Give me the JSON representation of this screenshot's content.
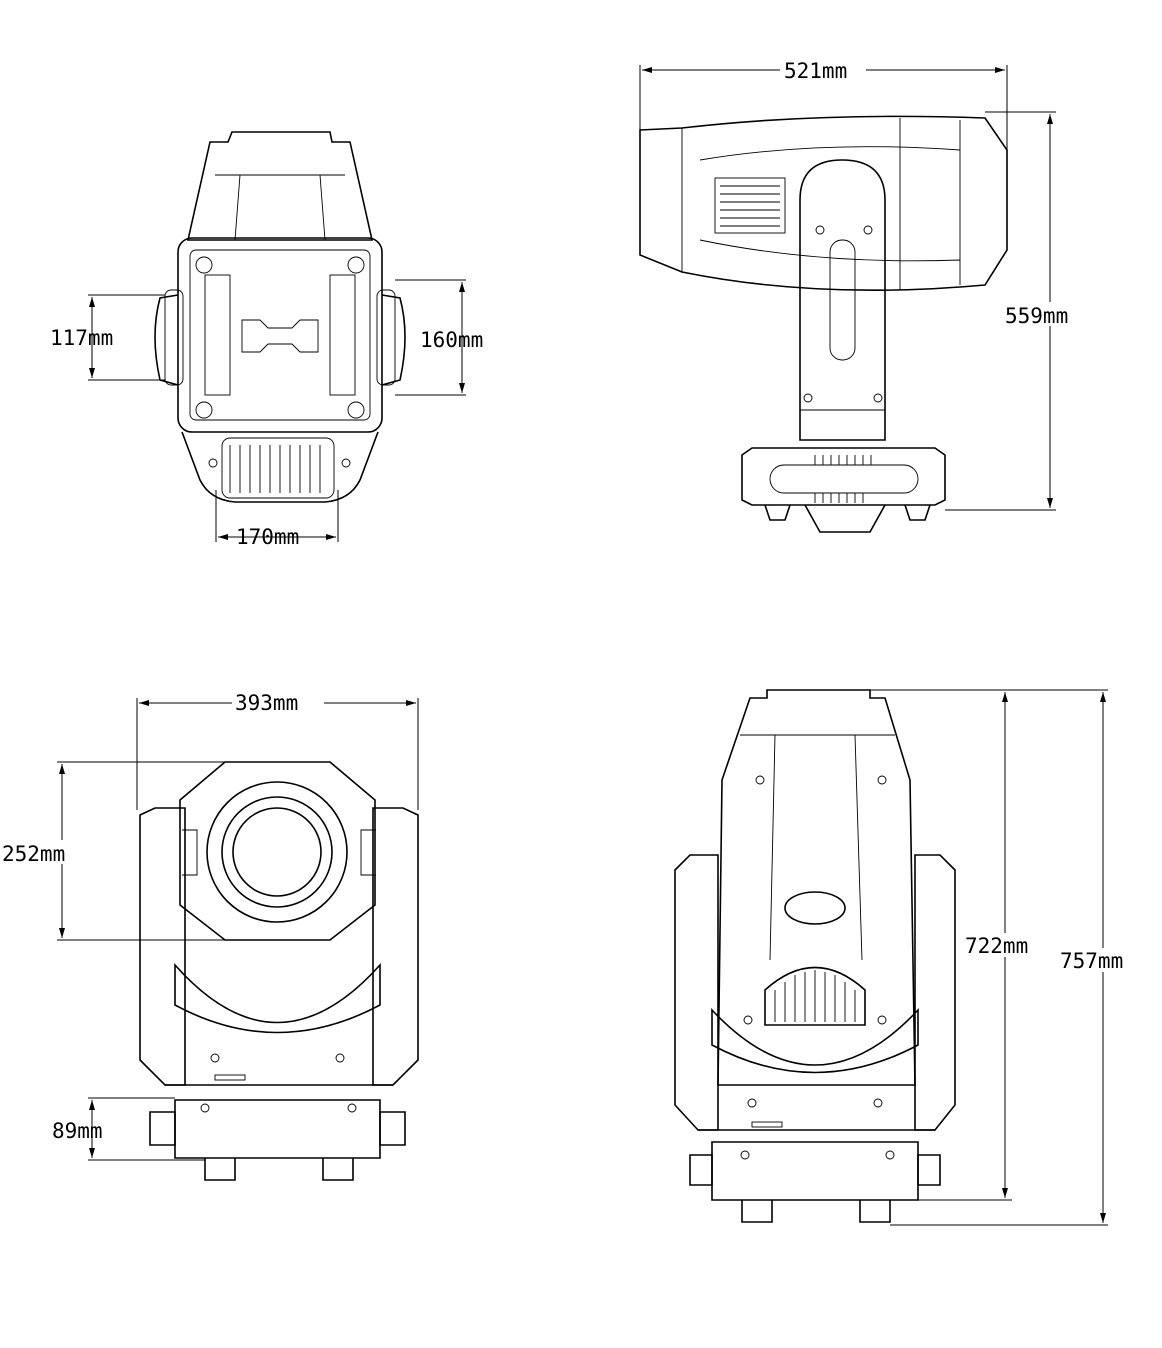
{
  "title": "Moving head fixture dimension drawing",
  "views": {
    "back_view": {
      "dimensions": {
        "handle_height": "117mm",
        "plate_height": "160mm",
        "base_width": "170mm"
      }
    },
    "side_view": {
      "dimensions": {
        "length": "521mm",
        "height": "559mm"
      }
    },
    "front_view": {
      "dimensions": {
        "width": "393mm",
        "head_height": "252mm",
        "base_height": "89mm"
      }
    },
    "rear_elevation_view": {
      "dimensions": {
        "body_height": "722mm",
        "total_height": "757mm"
      }
    }
  }
}
